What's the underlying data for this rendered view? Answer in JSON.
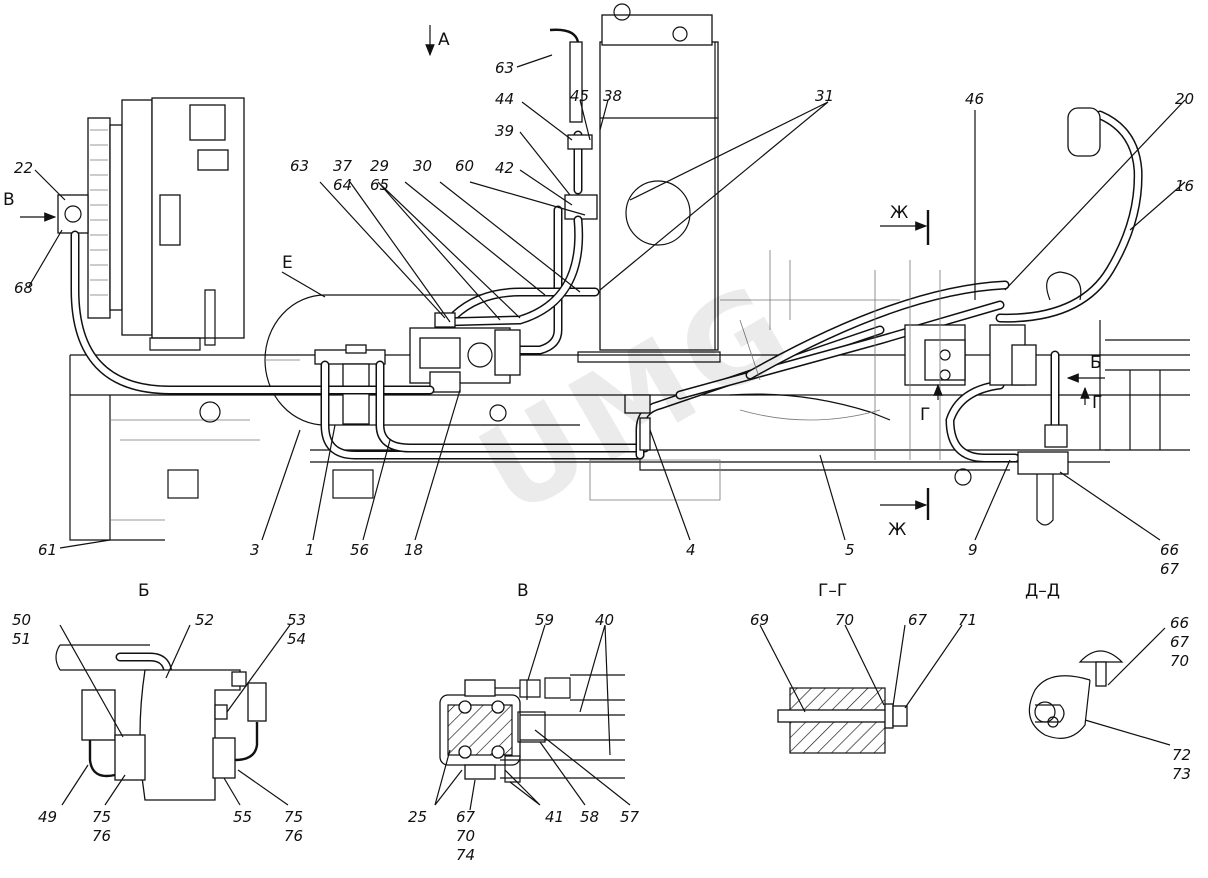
{
  "watermark": "UMG",
  "view_labels": {
    "A": "А",
    "B": "Б",
    "V": "В",
    "G": "Г–Г",
    "D": "Д–Д",
    "E": "Е",
    "Zh": "Ж",
    "G_mark": "Г",
    "B_mark": "Б",
    "V_arrow": "В"
  },
  "callouts_main": [
    "63",
    "44",
    "45",
    "38",
    "31",
    "39",
    "42",
    "46",
    "20",
    "16",
    "22",
    "68",
    "37",
    "64",
    "29",
    "65",
    "30",
    "60",
    "63",
    "61",
    "3",
    "1",
    "56",
    "18",
    "4",
    "5",
    "9",
    "66",
    "67"
  ],
  "callouts_b": [
    "50",
    "51",
    "52",
    "53",
    "54",
    "49",
    "75",
    "76",
    "55",
    "75",
    "76"
  ],
  "callouts_v": [
    "59",
    "40",
    "25",
    "67",
    "70",
    "74",
    "41",
    "58",
    "57"
  ],
  "callouts_g": [
    "69",
    "70",
    "67",
    "71"
  ],
  "callouts_d": [
    "66",
    "67",
    "70",
    "72",
    "73"
  ]
}
